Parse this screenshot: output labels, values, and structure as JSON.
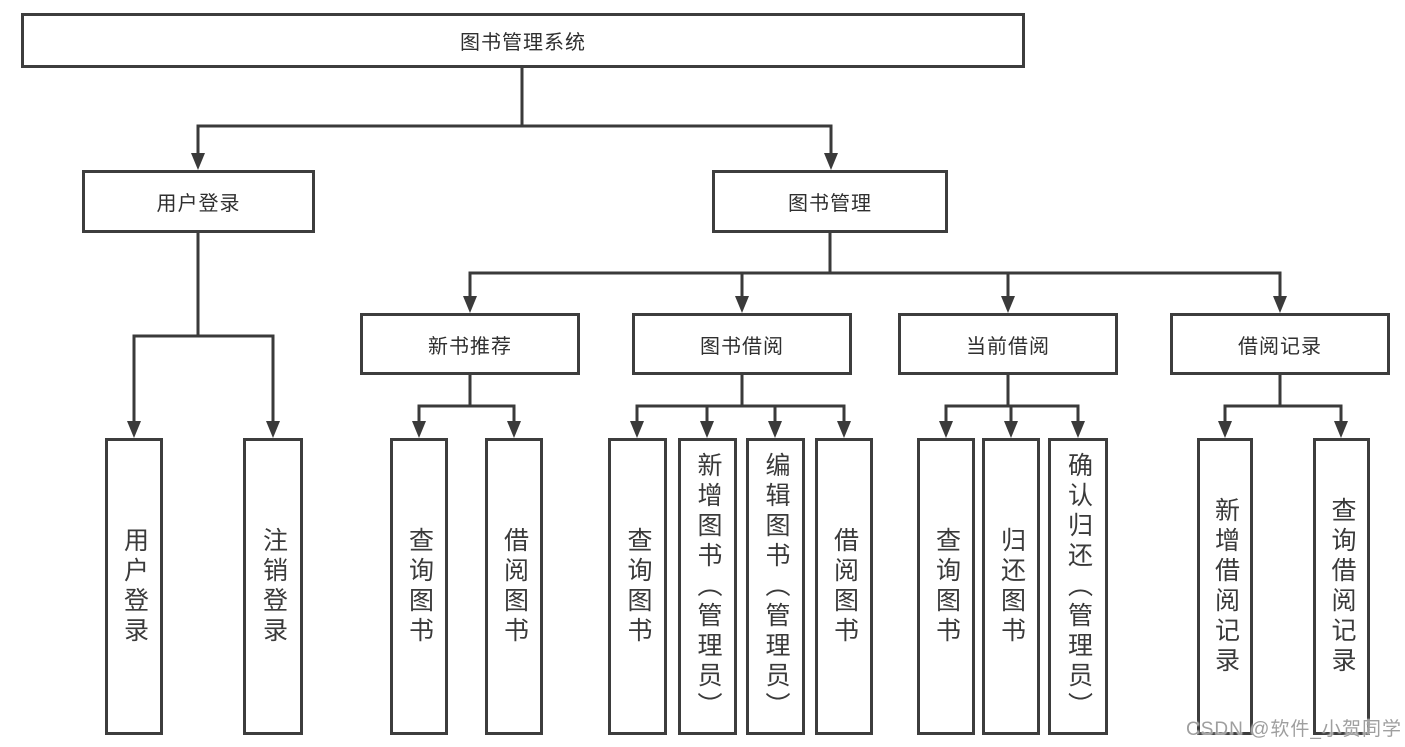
{
  "diagram": {
    "root": {
      "label": "图书管理系统"
    },
    "level2": [
      {
        "label": "用户登录",
        "children": [
          {
            "label": "用户登录"
          },
          {
            "label": "注销登录"
          }
        ]
      },
      {
        "label": "图书管理",
        "children": [
          {
            "label": "新书推荐",
            "children": [
              {
                "label": "查询图书"
              },
              {
                "label": "借阅图书"
              }
            ]
          },
          {
            "label": "图书借阅",
            "children": [
              {
                "label": "查询图书"
              },
              {
                "label": "新增图书（管理员）"
              },
              {
                "label": "编辑图书（管理员）"
              },
              {
                "label": "借阅图书"
              }
            ]
          },
          {
            "label": "当前借阅",
            "children": [
              {
                "label": "查询图书"
              },
              {
                "label": "归还图书"
              },
              {
                "label": "确认归还（管理员）"
              }
            ]
          },
          {
            "label": "借阅记录",
            "children": [
              {
                "label": "新增借阅记录"
              },
              {
                "label": "查询借阅记录"
              }
            ]
          }
        ]
      }
    ]
  },
  "watermark": {
    "text": "CSDN @软件_小贺同学"
  },
  "colors": {
    "line": "#3a3a3a",
    "border": "#3d3d3d",
    "text": "#2f2f2f",
    "background": "#ffffff"
  }
}
